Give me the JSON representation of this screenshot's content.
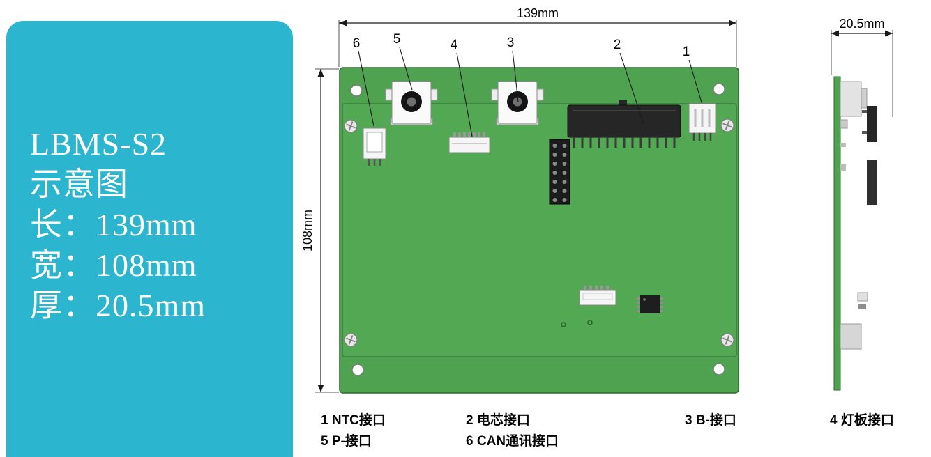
{
  "info_panel": {
    "title": "LBMS-S2",
    "subtitle": "示意图",
    "spec_length": "长：139mm",
    "spec_width": "宽：108mm",
    "spec_thickness": "厚：20.5mm"
  },
  "diagram": {
    "dim_width": "139mm",
    "dim_height": "108mm",
    "dim_thickness": "20.5mm",
    "callouts": {
      "c1": "1",
      "c2": "2",
      "c3": "3",
      "c4": "4",
      "c5": "5",
      "c6": "6"
    }
  },
  "legend": {
    "item1": "1 NTC接口",
    "item2": "2 电芯接口",
    "item3": "3 B-接口",
    "item4": "4 灯板接口",
    "item5": "5 P-接口",
    "item6": "6 CAN通讯接口"
  },
  "colors": {
    "panel_bg": "#2cb5ce",
    "pcb_green": "#4fa350",
    "pcb_border": "#2f6a2f",
    "connector_black": "#262626"
  }
}
